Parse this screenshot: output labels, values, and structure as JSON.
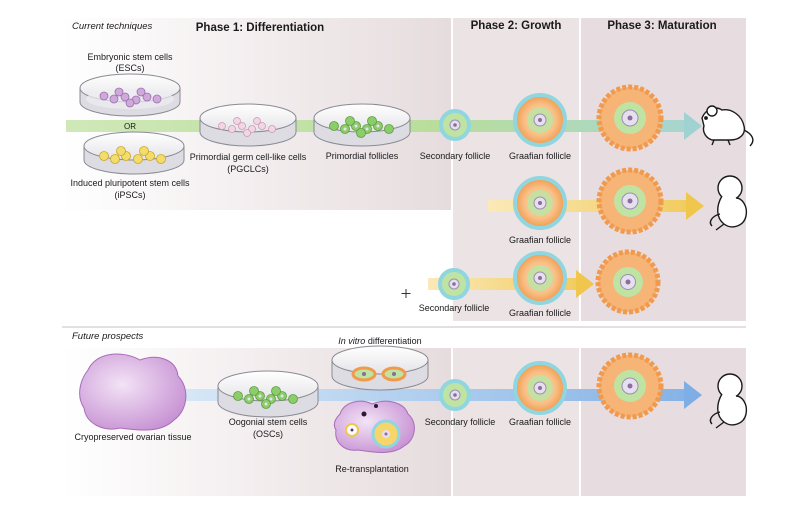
{
  "sections": {
    "current": "Current techniques",
    "future": "Future prospects"
  },
  "phases": {
    "phase1": "Phase 1: Differentiation",
    "phase2": "Phase 2: Growth",
    "phase3": "Phase 3: Maturation"
  },
  "labels": {
    "esc_line1": "Embryonic stem cells",
    "esc_line2": "(ESCs)",
    "or": "OR",
    "ipsc_line1": "Induced pluripotent stem cells",
    "ipsc_line2": "(iPSCs)",
    "pgclc_line1": "Primordial germ cell-like cells",
    "pgclc_line2": "(PGCLCs)",
    "primordial_follicles": "Primordial follicles",
    "secondary_follicle_row1": "Secondary follicle",
    "graafian_follicle_row1": "Graafian follicle",
    "graafian_follicle_row2": "Graafian follicle",
    "secondary_follicle_row3": "Secondary follicle",
    "graafian_follicle_row3": "Graafian follicle",
    "invitro_italic": "In vitro",
    "invitro_rest": " differentiation",
    "cryo_tissue": "Cryopreserved ovarian tissue",
    "osc_line1": "Oogonial stem cells",
    "osc_line2": "(OSCs)",
    "retransplantation": "Re-transplantation",
    "secondary_follicle_future": "Secondary follicle",
    "graafian_follicle_future": "Graafian follicle"
  },
  "colors": {
    "phase_bg": "#ebe2e4",
    "arrow_green": "#b7db98",
    "arrow_yellow": "#f1cf6e",
    "arrow_blue": "#93bde8",
    "follicle_orange": "#f3a65e",
    "follicle_teal": "#8fd6e0",
    "follicle_green": "#bfe3a3",
    "cell_purple": "#cba7d6",
    "cell_green": "#8ccc6a",
    "cell_yellow": "#f0d24e",
    "tissue_purple": "#c690d2"
  },
  "icons": [
    "mouse-icon",
    "fetus-icon"
  ]
}
